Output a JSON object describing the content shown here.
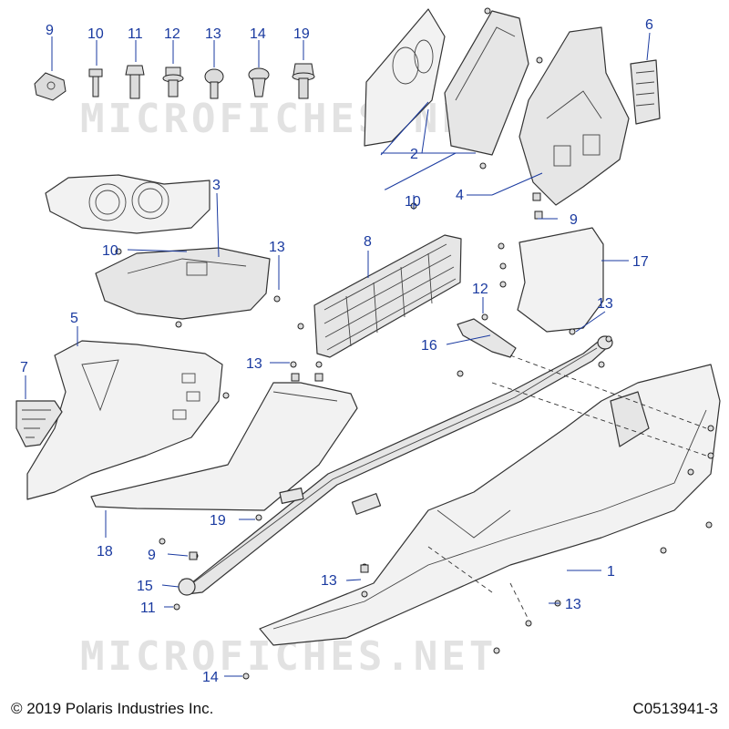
{
  "watermark": "MICROFICHES.NET",
  "footer": {
    "copyright": "© 2019 Polaris Industries Inc.",
    "drawing_id": "C0513941-3"
  },
  "callouts": [
    {
      "id": "c9a",
      "text": "9"
    },
    {
      "id": "c10a",
      "text": "10"
    },
    {
      "id": "c11a",
      "text": "11"
    },
    {
      "id": "c12a",
      "text": "12"
    },
    {
      "id": "c13a",
      "text": "13"
    },
    {
      "id": "c14a",
      "text": "14"
    },
    {
      "id": "c19a",
      "text": "19"
    },
    {
      "id": "c6",
      "text": "6"
    },
    {
      "id": "c2",
      "text": "2"
    },
    {
      "id": "c4",
      "text": "4"
    },
    {
      "id": "c9b",
      "text": "9"
    },
    {
      "id": "c3",
      "text": "3"
    },
    {
      "id": "c10b",
      "text": "10"
    },
    {
      "id": "c13b",
      "text": "13"
    },
    {
      "id": "c10c",
      "text": "10"
    },
    {
      "id": "c8",
      "text": "8"
    },
    {
      "id": "c17",
      "text": "17"
    },
    {
      "id": "c12b",
      "text": "12"
    },
    {
      "id": "c13c",
      "text": "13"
    },
    {
      "id": "c5",
      "text": "5"
    },
    {
      "id": "c16",
      "text": "16"
    },
    {
      "id": "c7",
      "text": "7"
    },
    {
      "id": "c13d",
      "text": "13"
    },
    {
      "id": "c1",
      "text": "1"
    },
    {
      "id": "c19b",
      "text": "19"
    },
    {
      "id": "c18",
      "text": "18"
    },
    {
      "id": "c9c",
      "text": "9"
    },
    {
      "id": "c13e",
      "text": "13"
    },
    {
      "id": "c13f",
      "text": "13"
    },
    {
      "id": "c15",
      "text": "15"
    },
    {
      "id": "c11b",
      "text": "11"
    },
    {
      "id": "c14b",
      "text": "14"
    }
  ]
}
